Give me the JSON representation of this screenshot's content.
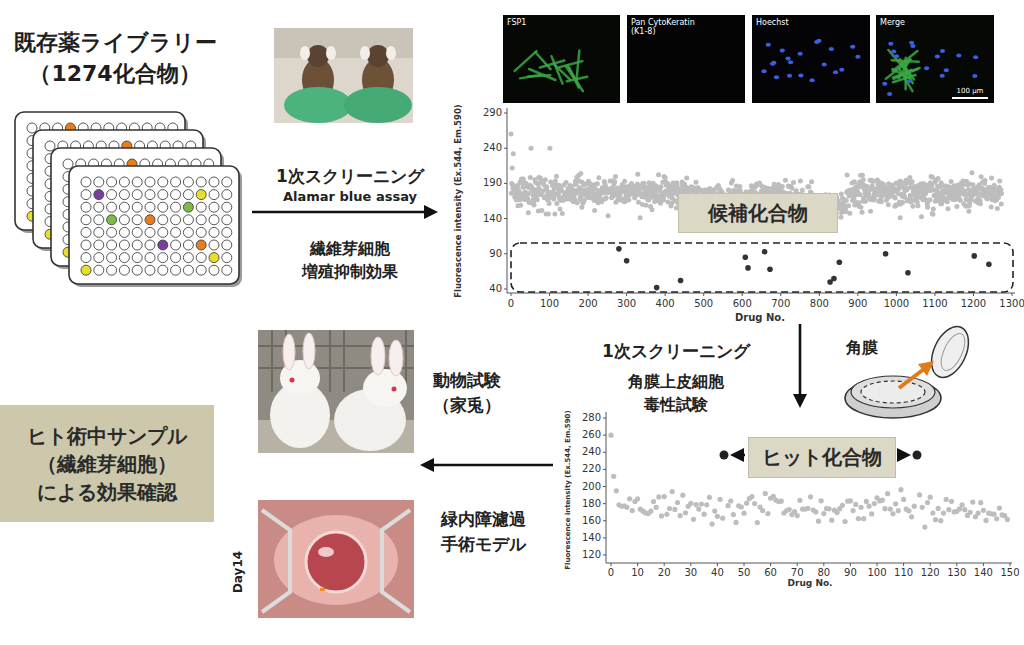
{
  "diagram": {
    "nodes": [
      {
        "text": [
          "既存薬ライブラリー （1274化合物）"
        ]
      },
      {
        "text": [
          "Fluorescence intensity (Ex.544, Em.590)",
          "Drug No."
        ]
      },
      {
        "text": [
          "候補化合物"
        ],
        "in": 1
      },
      {
        "text": [
          "Fluorescence intensity (Ex.544, Em.590)",
          "Drug No."
        ]
      },
      {
        "text": [
          "ヒット化合物"
        ],
        "in": 3
      },
      {
        "text": [
          "Day14"
        ]
      },
      {
        "text": [
          "ヒト術中サンプル （繊維芽細胞） による効果確認"
        ]
      }
    ],
    "edges": [
      {
        "from": 0,
        "to": 1,
        "arrow": "to",
        "label": "1次スクリーニング"
      },
      {
        "from": 1,
        "to": 3,
        "arrow": "to",
        "label": "1次スクリーニング"
      },
      {
        "from": 3,
        "to": 5,
        "arrow": "to",
        "label": "動物試験 （家兎）"
      }
    ],
    "labels": [
      "Alamar blue assay",
      "繊維芽細胞 増殖抑制効果",
      "FSP1",
      "Pan CytoKeratin (K1-8)",
      "Hoechst",
      "Merge",
      "100 μm",
      "290",
      "240",
      "190",
      "140",
      "90",
      "40",
      "0",
      "100",
      "200",
      "300",
      "400",
      "500",
      "600",
      "700",
      "800",
      "900",
      "1000",
      "1100",
      "1200",
      "1300",
      "角膜上皮細胞 毒性試験",
      "角膜",
      "280",
      "260",
      "240",
      "220",
      "200",
      "180",
      "160",
      "140",
      "120",
      "0",
      "10",
      "20",
      "30",
      "40",
      "50",
      "60",
      "70",
      "80",
      "90",
      "100",
      "110",
      "120",
      "130",
      "140",
      "150",
      "緑内障濾過 手術モデル"
    ]
  }
}
